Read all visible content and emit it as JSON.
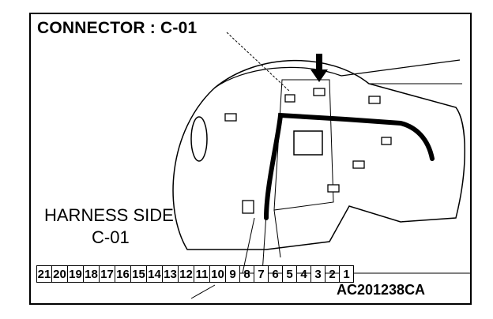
{
  "figure": {
    "title": "CONNECTOR : C-01",
    "harness_label": "HARNESS SIDE",
    "connector_code": "C-01",
    "reference_code": "AC201238CA"
  },
  "connector_pins": [
    "21",
    "20",
    "19",
    "18",
    "17",
    "16",
    "15",
    "14",
    "13",
    "12",
    "11",
    "10",
    "9",
    "8",
    "7",
    "6",
    "5",
    "4",
    "3",
    "2",
    "1"
  ]
}
